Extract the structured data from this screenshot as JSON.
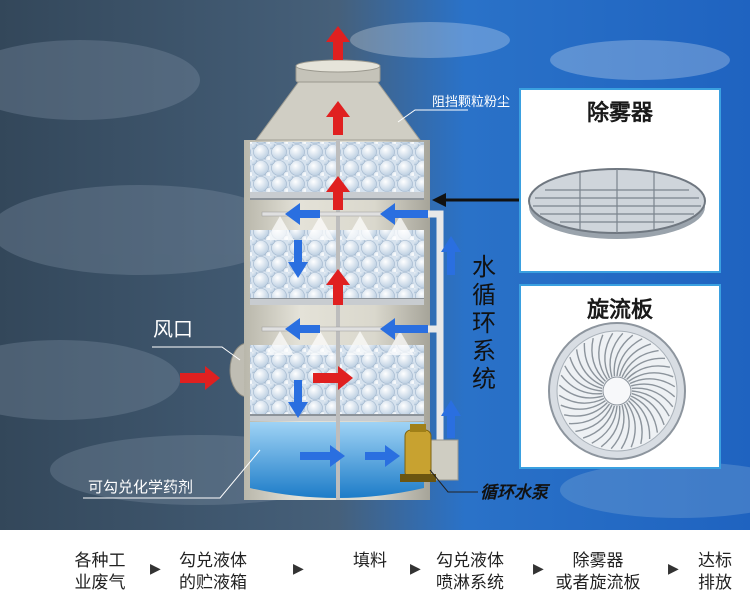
{
  "labels": {
    "particle_block": "阻挡颗粒粉尘",
    "air_inlet": "风口",
    "water_cycle": [
      "水",
      "循",
      "环",
      "系",
      "统"
    ],
    "chemical": "可勾兑化学药剂",
    "pump": "循环水泵"
  },
  "cards": {
    "demister_title": "除雾器",
    "swirl_title": "旋流板"
  },
  "process": [
    {
      "line1": "各种工",
      "line2": "业废气"
    },
    {
      "line1": "勾兑液体",
      "line2": "的贮液箱"
    },
    {
      "line1": "填料",
      "line2": ""
    },
    {
      "line1": "勾兑液体",
      "line2": "喷淋系统"
    },
    {
      "line1": "除雾器",
      "line2": "或者旋流板"
    },
    {
      "line1": "达标",
      "line2": "排放"
    }
  ],
  "colors": {
    "up_arrow": "#e02020",
    "water_arrow": "#2a6fe0",
    "card_border": "#3aa0e0"
  }
}
